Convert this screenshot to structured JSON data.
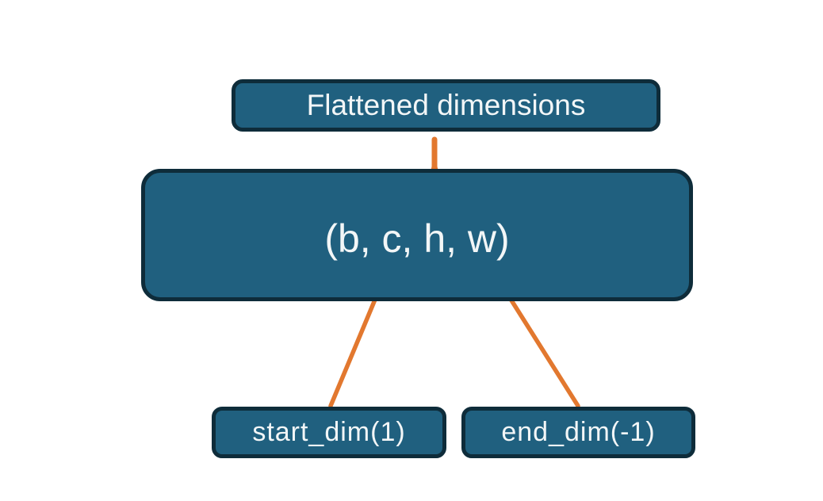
{
  "diagram": {
    "nodes": {
      "flattened": {
        "label": "Flattened dimensions"
      },
      "tensor": {
        "label": "(b, c, h, w)"
      },
      "start_dim": {
        "label": "start_dim(1)"
      },
      "end_dim": {
        "label": "end_dim(-1)"
      }
    },
    "connectors": {
      "brace": "curly-brace-grouping-c-h",
      "stem": "line-from-flattened-box-to-brace",
      "start_arrow": "arrow-start_dim-to-dimension-c",
      "end_arrow": "arrow-end_dim-to-dimension-w"
    },
    "colors": {
      "node_fill": "#20607f",
      "node_border": "#0e2c3a",
      "accent_orange": "#e2782f",
      "text": "#f2f6f7",
      "background": "#ffffff"
    }
  }
}
